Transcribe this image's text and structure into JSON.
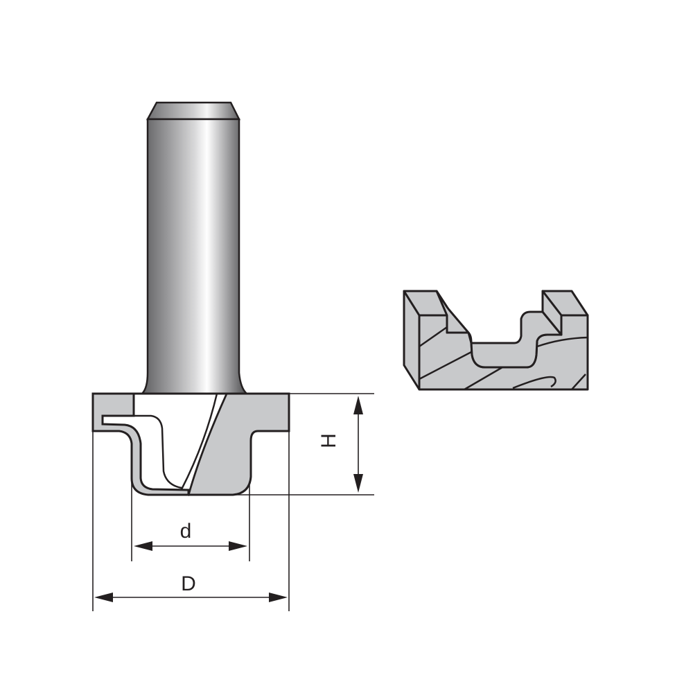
{
  "diagram": {
    "subject": "router-bit-technical-drawing",
    "colors": {
      "outline": "#231f20",
      "body_fill": "#c8c9cb",
      "background": "#ffffff",
      "shank_dark": "#5e5e60",
      "shank_light": "#ffffff"
    },
    "dimensions": {
      "H": {
        "label": "H",
        "orientation": "vertical-rotated"
      },
      "d": {
        "label": "d",
        "orientation": "horizontal"
      },
      "D": {
        "label": "D",
        "orientation": "horizontal"
      }
    },
    "parts": {
      "shank": "shank",
      "cutter_head": "cutter-head",
      "workpiece_profile": "workpiece-profile"
    }
  }
}
